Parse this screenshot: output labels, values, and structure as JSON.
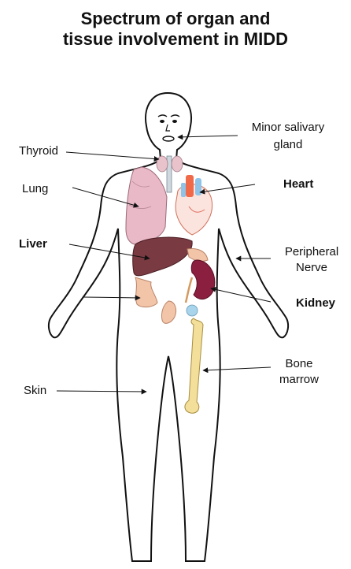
{
  "title": {
    "line1": "Spectrum of organ and",
    "line2": "tissue involvement in MIDD"
  },
  "labels": {
    "minor_salivary_line1": "Minor salivary",
    "minor_salivary_line2": "gland",
    "thyroid": "Thyroid",
    "lung": "Lung",
    "heart": "Heart",
    "liver": "Liver",
    "peripheral_line1": "Peripheral",
    "peripheral_line2": "Nerve",
    "kidney": "Kidney",
    "bone_line1": "Bone",
    "bone_line2": "marrow",
    "skin": "Skin"
  },
  "colors": {
    "body_outline": "#111111",
    "lung": "#e9b9c8",
    "thyroid": "#e8c3cc",
    "heart": "#f06a4a",
    "heart_vessels": "#8fc4e8",
    "liver": "#7a3a42",
    "intestine": "#f2c4a8",
    "kidney": "#8b1f3f",
    "bone": "#f3df9a"
  }
}
